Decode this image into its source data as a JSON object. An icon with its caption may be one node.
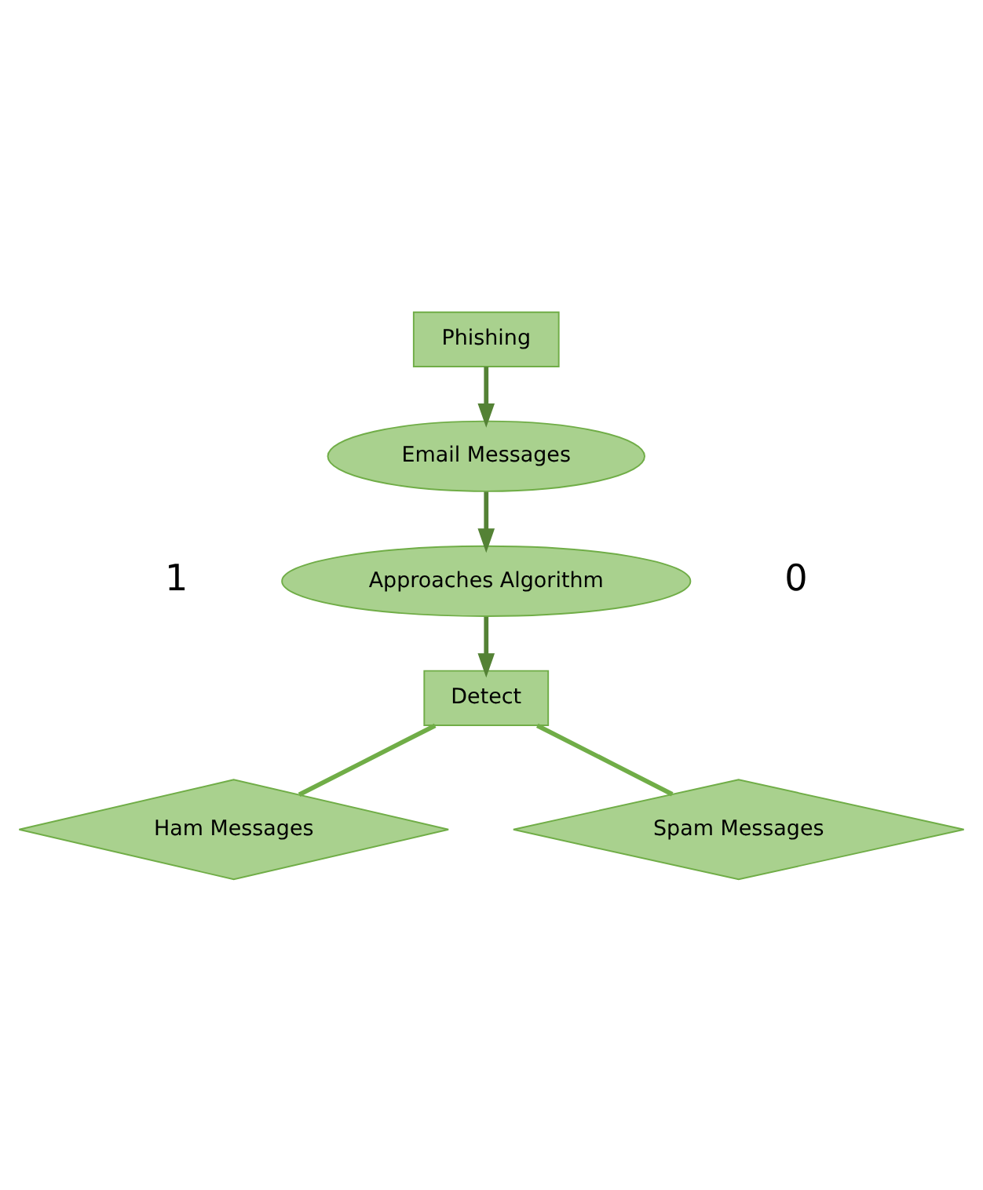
{
  "diagram": {
    "nodes": [
      {
        "text": [
          "Phishing"
        ]
      },
      {
        "text": [
          "Email Messages"
        ]
      },
      {
        "text": [
          "Approaches Algorithm"
        ]
      },
      {
        "text": [
          "Detect"
        ]
      },
      {
        "text": [
          "Ham Messages"
        ]
      },
      {
        "text": [
          "Spam Messages"
        ]
      }
    ],
    "edges": [
      {
        "from": 0,
        "to": 1,
        "arrow": "to"
      },
      {
        "from": 1,
        "to": 2,
        "arrow": "to"
      },
      {
        "from": 2,
        "to": 3,
        "arrow": "to"
      },
      {
        "from": 3,
        "to": 4,
        "arrow": "none",
        "color": "#70ad47"
      },
      {
        "from": 3,
        "to": 5,
        "arrow": "none",
        "color": "#70ad47"
      }
    ],
    "labels": [
      "1",
      "0"
    ]
  }
}
